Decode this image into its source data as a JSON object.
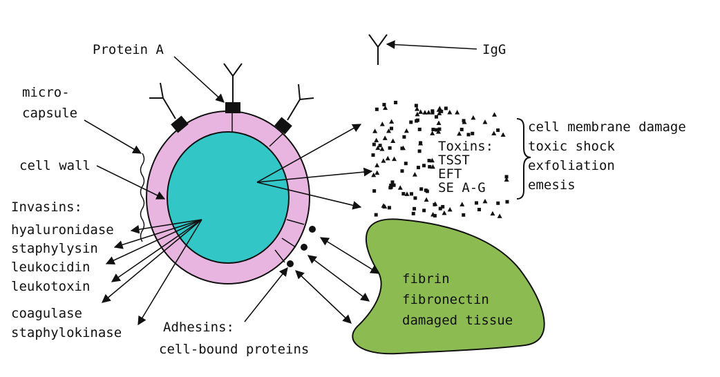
{
  "labels": {
    "protein_a": "Protein A",
    "igg": "IgG",
    "micro": "micro-",
    "capsule": "capsule",
    "cell_wall": "cell wall",
    "invasins": "Invasins:",
    "adhesins": "Adhesins:",
    "adhesins_sub": "cell-bound proteins"
  },
  "invasins": [
    "hyaluronidase",
    "staphylysin",
    "leukocidin",
    "leukotoxin",
    "coagulase",
    "staphylokinase"
  ],
  "toxins": {
    "heading": "Toxins:",
    "items": [
      "TSST",
      "EFT",
      "SE A-G"
    ]
  },
  "effects": [
    "cell membrane damage",
    "toxic shock",
    "exfoliation",
    "emesis"
  ],
  "tissue": [
    "fibrin",
    "fibronectin",
    "damaged tissue"
  ],
  "colors": {
    "capsule": "#e8b4e0",
    "cytoplasm": "#33c6c6",
    "tissue": "#8cbb52",
    "ink": "#111111"
  }
}
